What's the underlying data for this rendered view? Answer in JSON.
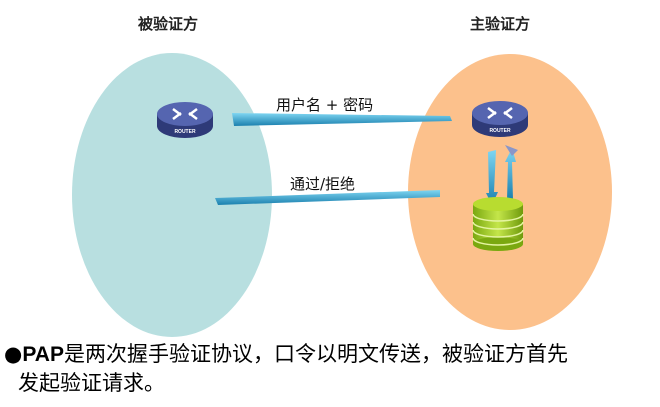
{
  "left_party": {
    "title": "被验证方",
    "device_label": "ROUTER"
  },
  "right_party": {
    "title": "主验证方",
    "device_label": "ROUTER"
  },
  "messages": [
    {
      "label": "用户名 + 密码",
      "direction": "left-to-right"
    },
    {
      "label": "通过/拒绝",
      "direction": "right-to-left"
    }
  ],
  "description": {
    "bullet": "●",
    "term": "PAP",
    "text_line1": "是两次握手验证协议，口令以明文传送，被验证方首先",
    "text_line2": "发起验证请求。"
  },
  "colors": {
    "left_ellipse": "#b8dfe0",
    "right_ellipse": "#fcc18c",
    "arrow": "#1e9fd0",
    "router": "#4a5aa0",
    "database": "#9ccc1c"
  }
}
